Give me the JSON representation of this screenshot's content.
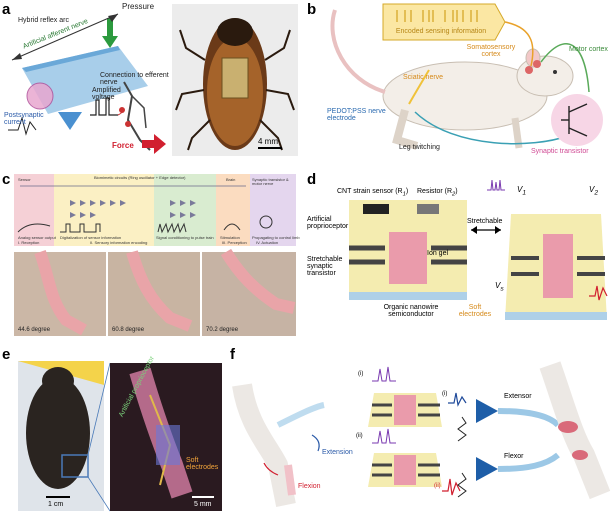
{
  "panel_labels": {
    "a": "a",
    "b": "b",
    "c": "c",
    "d": "d",
    "e": "e",
    "f": "f"
  },
  "panel_a": {
    "hybrid_reflex_arc": "Hybrid reflex arc",
    "pressure": "Pressure",
    "artificial_afferent_nerve": "Artificial afferent nerve",
    "connection_to_efferent_nerve": "Connection to efferent nerve",
    "amplified_voltage": "Amplified voltage",
    "postsynaptic_current": "Postsynaptic current",
    "force": "Force",
    "scale_bar": "4 mm"
  },
  "panel_b": {
    "encoded_sensing_information": "Encoded sensing information",
    "somatosensory_cortex": "Somatosensory cortex",
    "motor_cortex": "Motor cortex",
    "sciatic_nerve": "Sciatic nerve",
    "pedot_pss_nerve_electrode": "PEDOT:PSS nerve electrode",
    "leg_twitching": "Leg twitching",
    "synaptic_transistor": "Synaptic transistor"
  },
  "panel_c": {
    "header": "Biomimetic circuits (Ring oscillator + Edge detector)",
    "stage_labels": [
      "Sensor",
      "",
      "Brain",
      "Synaptic transistor & motor nerve"
    ],
    "stage_titles": [
      "I. Reception",
      "II. Sensory information encoding",
      "III. Perception",
      "IV. Actuation"
    ],
    "sub_captions": [
      "Analog sensor output",
      "Digitalization of sensor information",
      "Signal conditioning to pulse train",
      "Stimulation",
      "Propagating to control limb"
    ],
    "angles": [
      "44.6 degree",
      "60.8 degree",
      "70.2 degree"
    ]
  },
  "panel_d": {
    "cnt_strain_sensor": "CNT strain sensor (R",
    "r1_sub": "1",
    "resistor": "Resistor (R",
    "r2_sub": "2",
    "close_paren": ")",
    "artificial_proprioceptor": "Artificial proprioceptor",
    "stretchable_synaptic_transistor": "Stretchable synaptic transistor",
    "ion_gel": "Ion gel",
    "organic_nanowire_semiconductor": "Organic nanowire semiconductor",
    "soft_electrodes": "Soft electrodes",
    "stretchable": "Stretchable",
    "v1": "V",
    "v1_sub": "1",
    "v2": "V",
    "v2_sub": "2",
    "vs": "V",
    "vs_sub": "s"
  },
  "panel_e": {
    "artificial_proprioceptor": "Artificial proprioceptor",
    "scale_left": "1 cm",
    "soft_electrodes": "Soft electrodes",
    "scale_right": "5 mm"
  },
  "panel_f": {
    "extension": "Extension",
    "flexion": "Flexion",
    "extensor": "Extensor",
    "flexor": "Flexor",
    "i": "(i)",
    "ii": "(ii)"
  },
  "colors": {
    "panel_c_pink": "#f5d0d6",
    "panel_c_yellow": "#fbf0c4",
    "panel_c_green": "#d9ecd0",
    "panel_c_orange": "#fbdcc0",
    "panel_c_lilac": "#e4d6ee",
    "device_yellow": "#f4ecb0",
    "device_magenta": "#e25aa8",
    "wire_green": "#5aaa5a",
    "wire_teal": "#3aa0b4",
    "encoded_box_yellow": "#fbe7a3",
    "force_red": "#d11f2f"
  }
}
